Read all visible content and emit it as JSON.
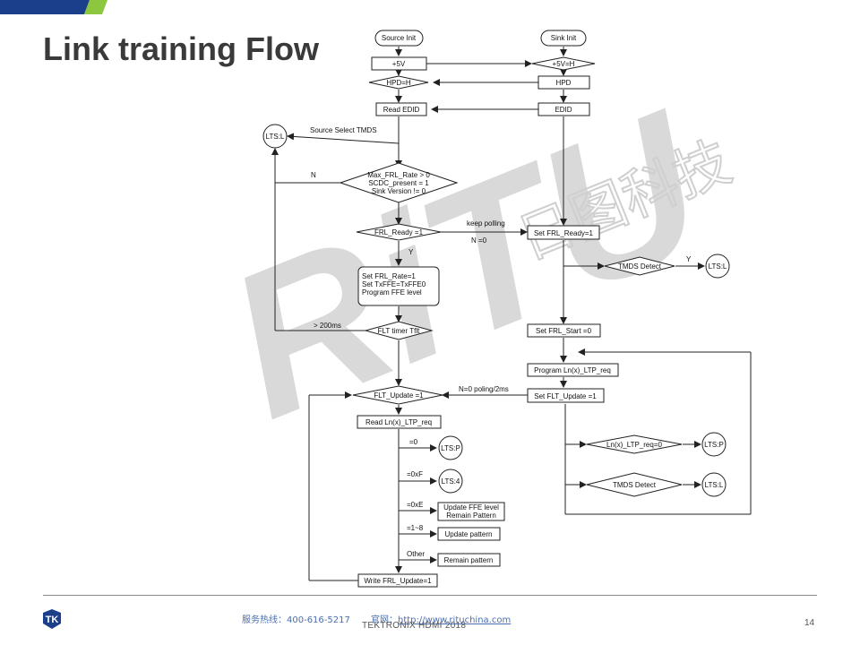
{
  "title": "Link training Flow",
  "watermark": {
    "brand": "RiTU",
    "chinese": "日图科技"
  },
  "colors": {
    "accent_blue": "#1b3f8a",
    "accent_green": "#8dc63f",
    "line": "#222222",
    "watermark": "#d9d9d9"
  },
  "nodes": {
    "source_init": "Source Init",
    "sink_init": "Sink Init",
    "plus5v": "+5V",
    "plus5v_h": "+5V=H",
    "hpd_h": "HPD=H",
    "hpd": "HPD",
    "read_edid": "Read EDID",
    "edid": "EDID",
    "lts_l_1": "LTS:L",
    "source_select": "Source Select TMDS",
    "cond_line1": "Max_FRL_Rate > 0",
    "cond_line2": "SCDC_present = 1",
    "cond_line3": "Sink Version != 0",
    "n_label": "N",
    "frl_ready": "FRL_Ready =1",
    "keep_polling": "keep polling",
    "n0": "N =0",
    "set_frl_ready": "Set FRL_Ready=1",
    "y_label": "Y",
    "tmds_detect_1": "TMDS Detect",
    "y_label_2": "Y",
    "lts_l_2": "LTS:L",
    "set_frl_line1": "Set FRL_Rate=1",
    "set_frl_line2": "Set TxFFE=TxFFE0",
    "set_frl_line3": "Program FFE level",
    "gt200": "> 200ms",
    "flt_timer": "FLT timer Tflt",
    "set_frl_start": "Set FRL_Start =0",
    "program_ltp": "Program  Ln(x)_LTP_req",
    "flt_update": "FLT_Update =1",
    "n0_polling": "N=0 poling/2ms",
    "set_flt_update": "Set FLT_Update =1",
    "read_ltp": "Read Ln(x)_LTP_req",
    "eq0": "=0",
    "lts_p_1": "LTS:P",
    "ltp_req0": "Ln(x)_LTP_req=0",
    "lts_p_2": "LTS:P",
    "eq0xf": "=0xF",
    "lts_4": "LTS:4",
    "tmds_detect_2": "TMDS Detect",
    "lts_l_3": "LTS:L",
    "eq0xe": "=0xE",
    "update_ffe1": "Update FFE level",
    "update_ffe2": "Remain Pattern",
    "eq1_8": "=1~8",
    "update_pattern": "Update pattern",
    "other": "Other",
    "remain_pattern": "Remain pattern",
    "write_flt": "Write FRL_Update=1"
  },
  "footer": {
    "hotline": "服务热线：400-616-5217",
    "website_label": "官网：",
    "website_url": "http://www.rituchina.com",
    "center_text": "TEKTRONIX HDMI 2018",
    "page_number": "14"
  }
}
